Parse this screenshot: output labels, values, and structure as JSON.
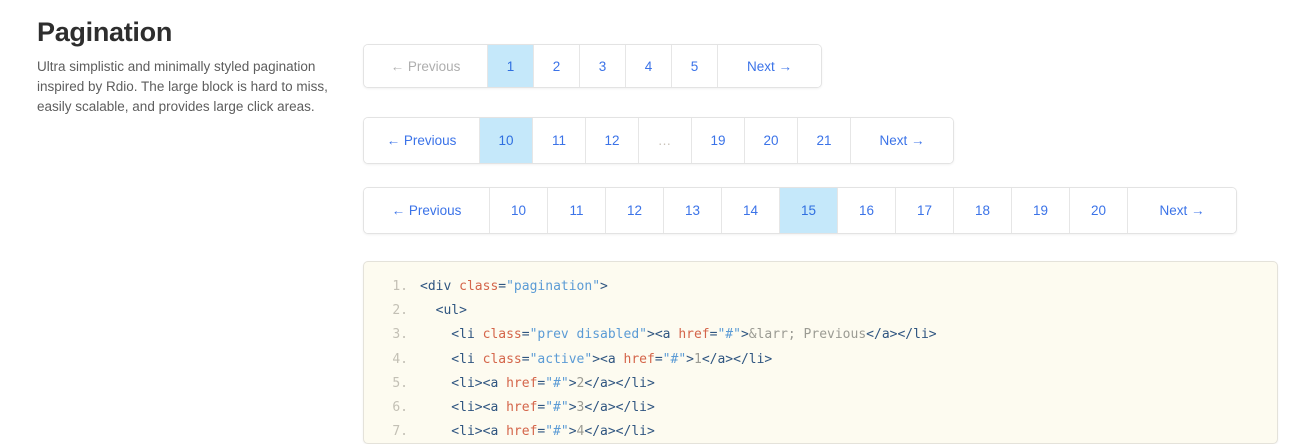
{
  "intro": {
    "title": "Pagination",
    "description": "Ultra simplistic and minimally styled pagination inspired by Rdio. The large block is hard to miss, easily scalable, and provides large click areas."
  },
  "pagination_rows": [
    {
      "name": "pagination-basic",
      "prev_label": "← Previous",
      "prev_state": "disabled",
      "next_label": "Next →",
      "items": [
        "1",
        "2",
        "3",
        "4",
        "5"
      ],
      "active": "1"
    },
    {
      "name": "pagination-with-gap",
      "prev_label": "← Previous",
      "prev_state": "enabled",
      "next_label": "Next →",
      "items": [
        "10",
        "11",
        "12",
        "…",
        "19",
        "20",
        "21"
      ],
      "active": "10",
      "gap": "…"
    },
    {
      "name": "pagination-long",
      "prev_label": "← Previous",
      "prev_state": "enabled",
      "next_label": "Next →",
      "items": [
        "10",
        "11",
        "12",
        "13",
        "14",
        "15",
        "16",
        "17",
        "18",
        "19",
        "20"
      ],
      "active": "15"
    }
  ],
  "code": {
    "language": "html",
    "lines": [
      {
        "number": "1.",
        "tokens": [
          {
            "t": "tag",
            "s": "<div "
          },
          {
            "t": "attr",
            "s": "class"
          },
          {
            "t": "tag",
            "s": "="
          },
          {
            "t": "val",
            "s": "\"pagination\""
          },
          {
            "t": "tag",
            "s": ">"
          }
        ]
      },
      {
        "number": "2.",
        "tokens": [
          {
            "t": "tag",
            "s": "  <ul>"
          }
        ]
      },
      {
        "number": "3.",
        "tokens": [
          {
            "t": "tag",
            "s": "    <li "
          },
          {
            "t": "attr",
            "s": "class"
          },
          {
            "t": "tag",
            "s": "="
          },
          {
            "t": "val",
            "s": "\"prev disabled\""
          },
          {
            "t": "tag",
            "s": "><a "
          },
          {
            "t": "attr",
            "s": "href"
          },
          {
            "t": "tag",
            "s": "="
          },
          {
            "t": "val",
            "s": "\"#\""
          },
          {
            "t": "tag",
            "s": ">"
          },
          {
            "t": "txt",
            "s": "&larr; Previous"
          },
          {
            "t": "tag",
            "s": "</a></li>"
          }
        ]
      },
      {
        "number": "4.",
        "tokens": [
          {
            "t": "tag",
            "s": "    <li "
          },
          {
            "t": "attr",
            "s": "class"
          },
          {
            "t": "tag",
            "s": "="
          },
          {
            "t": "val",
            "s": "\"active\""
          },
          {
            "t": "tag",
            "s": "><a "
          },
          {
            "t": "attr",
            "s": "href"
          },
          {
            "t": "tag",
            "s": "="
          },
          {
            "t": "val",
            "s": "\"#\""
          },
          {
            "t": "tag",
            "s": ">"
          },
          {
            "t": "num",
            "s": "1"
          },
          {
            "t": "tag",
            "s": "</a></li>"
          }
        ]
      },
      {
        "number": "5.",
        "tokens": [
          {
            "t": "tag",
            "s": "    <li><a "
          },
          {
            "t": "attr",
            "s": "href"
          },
          {
            "t": "tag",
            "s": "="
          },
          {
            "t": "val",
            "s": "\"#\""
          },
          {
            "t": "tag",
            "s": ">"
          },
          {
            "t": "num",
            "s": "2"
          },
          {
            "t": "tag",
            "s": "</a></li>"
          }
        ]
      },
      {
        "number": "6.",
        "tokens": [
          {
            "t": "tag",
            "s": "    <li><a "
          },
          {
            "t": "attr",
            "s": "href"
          },
          {
            "t": "tag",
            "s": "="
          },
          {
            "t": "val",
            "s": "\"#\""
          },
          {
            "t": "tag",
            "s": ">"
          },
          {
            "t": "num",
            "s": "3"
          },
          {
            "t": "tag",
            "s": "</a></li>"
          }
        ]
      },
      {
        "number": "7.",
        "tokens": [
          {
            "t": "tag",
            "s": "    <li><a "
          },
          {
            "t": "attr",
            "s": "href"
          },
          {
            "t": "tag",
            "s": "="
          },
          {
            "t": "val",
            "s": "\"#\""
          },
          {
            "t": "tag",
            "s": ">"
          },
          {
            "t": "num",
            "s": "4"
          },
          {
            "t": "tag",
            "s": "</a></li>"
          }
        ]
      }
    ]
  },
  "colors": {
    "active_bg": "#c5e8fa",
    "link": "#3b73e8",
    "disabled": "#aeaeae",
    "border": "#e3e3e3",
    "code_bg": "#fdfbf0",
    "heading": "#2e2e2e",
    "body_text": "#5d5d5d"
  }
}
